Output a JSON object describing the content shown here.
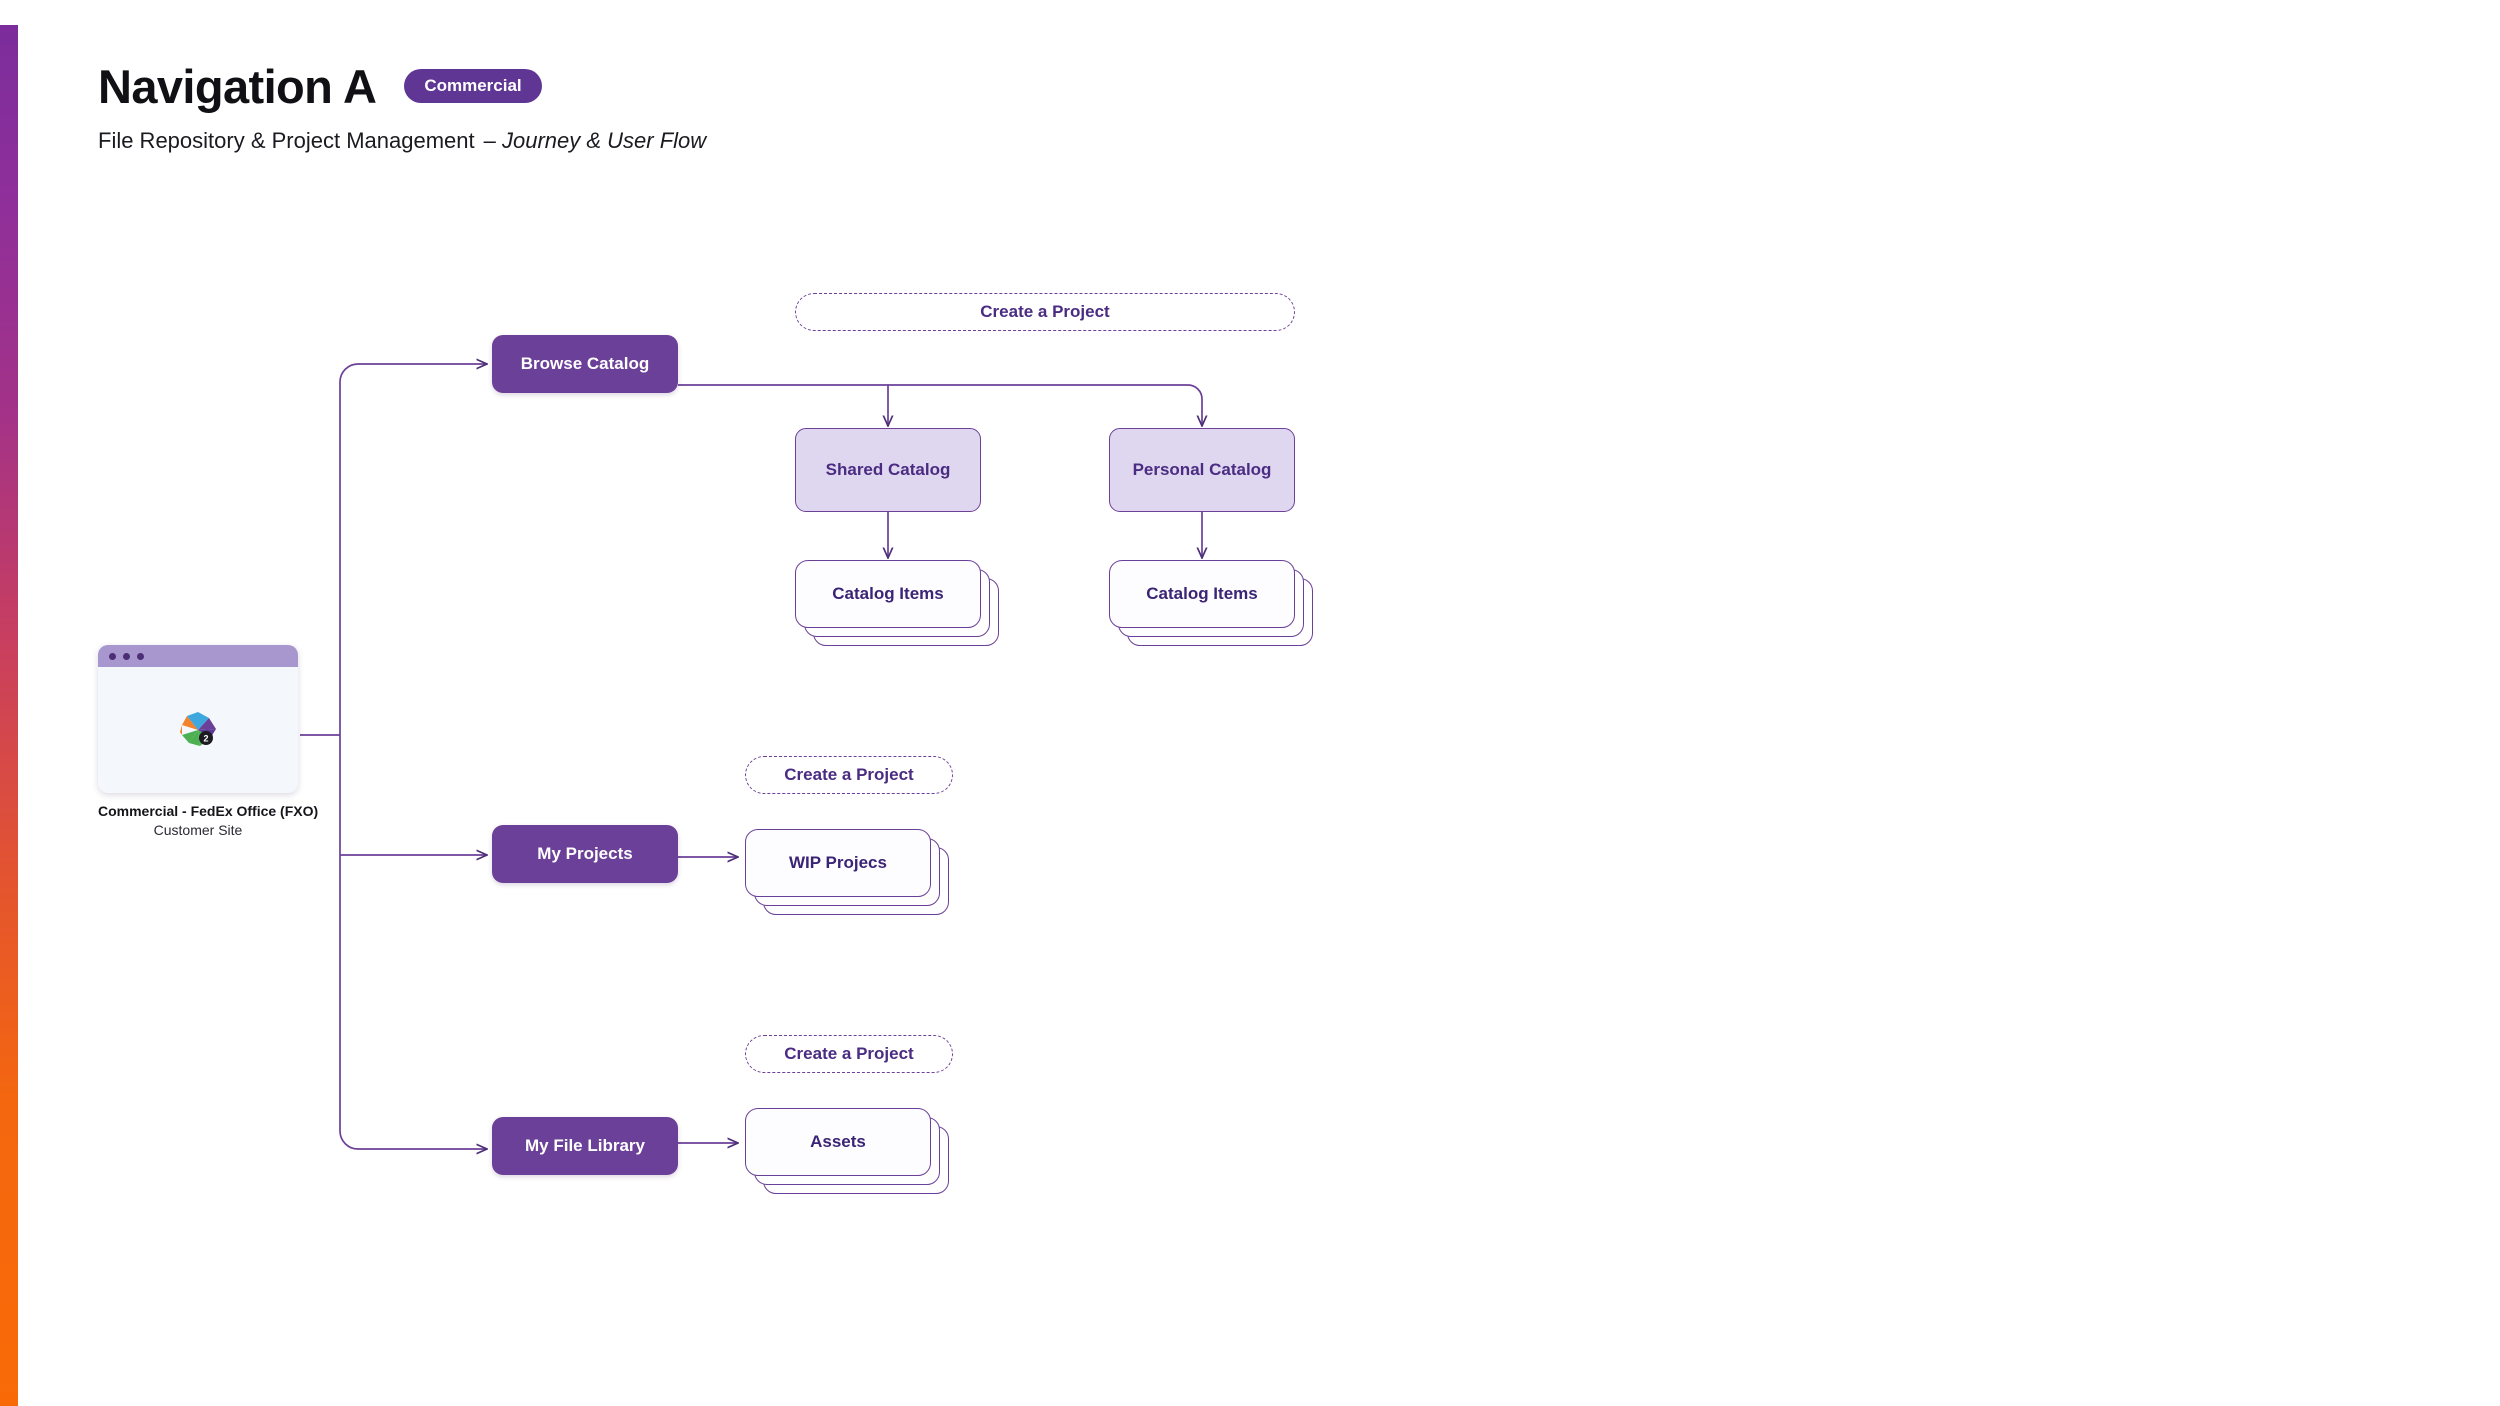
{
  "header": {
    "title": "Navigation A",
    "badge": "Commercial",
    "subtitle_main": "File Repository & Project Management",
    "subtitle_sub": "– Journey & User Flow"
  },
  "colors": {
    "primary_purple": "#6B4098",
    "badge_purple": "#5F3693",
    "secondary_lavender": "#DFD6F0",
    "node_text_purple": "#3B2475",
    "titlebar_purple": "#A797CE",
    "connector": "#6B4098",
    "gradient_start": "#7B2D9B",
    "gradient_end": "#F96A07"
  },
  "entry_point": {
    "window_dots": 3,
    "logo": "colorful-asterisk-logo",
    "logo_badge": "2",
    "caption_title": "Commercial - FedEx Office (FXO)",
    "caption_subtitle": "Customer Site"
  },
  "branches": [
    {
      "id": "browse-catalog",
      "label": "Browse Catalog",
      "create_project_label": "Create a Project",
      "children": [
        {
          "id": "shared-catalog",
          "label": "Shared Catalog",
          "items_label": "Catalog Items",
          "stack_count": 3
        },
        {
          "id": "personal-catalog",
          "label": "Personal Catalog",
          "items_label": "Catalog Items",
          "stack_count": 3
        }
      ]
    },
    {
      "id": "my-projects",
      "label": "My Projects",
      "create_project_label": "Create a Project",
      "stack_label": "WIP Projecs",
      "stack_count": 3
    },
    {
      "id": "my-file-library",
      "label": "My File Library",
      "create_project_label": "Create a Project",
      "stack_label": "Assets",
      "stack_count": 3
    }
  ]
}
